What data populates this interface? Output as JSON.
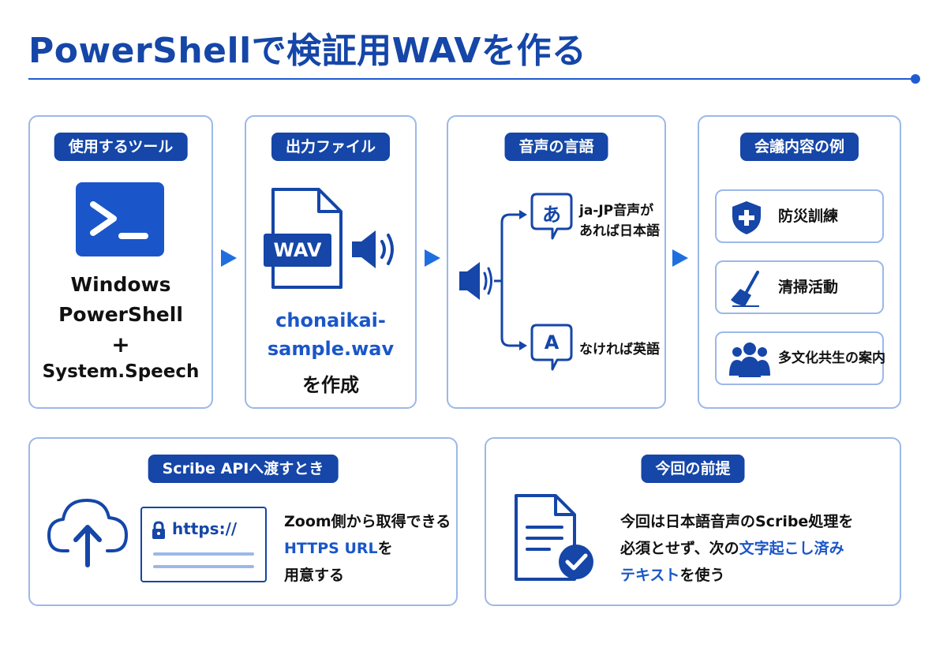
{
  "title": "PowerShellで検証用WAVを作る",
  "colors": {
    "brand": "#1546a8",
    "accent": "#1f6ee0",
    "border": "#9cb8e8"
  },
  "tool": {
    "heading": "使用するツール",
    "line1": "Windows",
    "line2": "PowerShell",
    "plus": "+",
    "line3": "System.Speech",
    "icon": "powershell-icon"
  },
  "output": {
    "heading": "出力ファイル",
    "file_badge": "WAV",
    "filename_line1": "chonaikai-",
    "filename_line2": "sample.wav",
    "action": "を作成"
  },
  "language": {
    "heading": "音声の言語",
    "ja_glyph": "あ",
    "ja_line1": "ja-JP音声が",
    "ja_line2": "あれば日本語",
    "en_glyph": "A",
    "en_text": "なければ英語"
  },
  "meeting": {
    "heading": "会議内容の例",
    "items": [
      {
        "label": "防災訓練",
        "icon": "shield-plus-icon"
      },
      {
        "label": "清掃活動",
        "icon": "broom-icon"
      },
      {
        "label": "多文化共生の案内",
        "icon": "people-icon"
      }
    ]
  },
  "scribe": {
    "heading": "Scribe APIへ渡すとき",
    "url_text": "https://",
    "line1": "Zoom側から取得できる",
    "line2_highlight": "HTTPS URL",
    "line2_rest": "を",
    "line3": "用意する"
  },
  "premise": {
    "heading": "今回の前提",
    "line1": "今回は日本語音声のScribe処理を",
    "line2_plain": "必須とせず、次の",
    "line2_highlight": "文字起こし済み",
    "line3_highlight": "テキスト",
    "line3_rest": "を使う"
  }
}
